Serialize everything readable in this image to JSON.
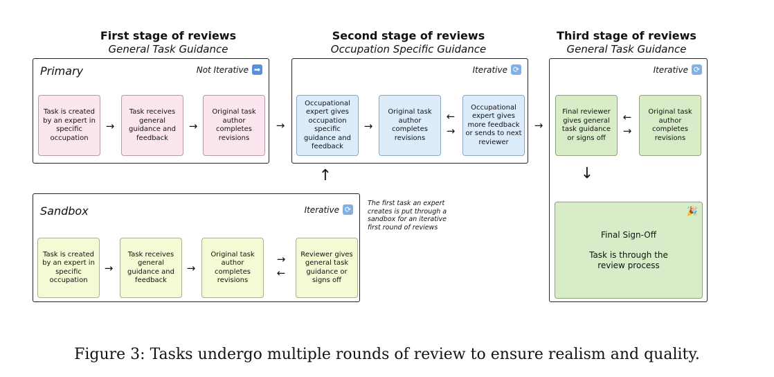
{
  "stages": [
    {
      "title": "First stage of reviews",
      "subtitle": "General Task Guidance"
    },
    {
      "title": "Second stage of reviews",
      "subtitle": "Occupation Specific Guidance"
    },
    {
      "title": "Third stage of reviews",
      "subtitle": "General Task Guidance"
    }
  ],
  "primary": {
    "name": "Primary",
    "status": "Not Iterative",
    "status_icon": "right-arrow-icon",
    "boxes": [
      "Task is created by an expert in specific occupation",
      "Task receives general guidance and feedback",
      "Original task author completes revisions"
    ]
  },
  "second": {
    "status": "Iterative",
    "status_icon": "cycle-icon",
    "boxes": [
      "Occupational expert gives occupation specific guidance and feedback",
      "Original task author completes revisions",
      "Occupational expert gives more feedback or sends to next reviewer"
    ]
  },
  "third": {
    "status": "Iterative",
    "status_icon": "cycle-icon",
    "boxes": [
      "Final reviewer gives general task guidance or signs off",
      "Original task author completes revisions"
    ],
    "final_title": "Final Sign-Off",
    "final_text": "Task is through the review process",
    "final_icon": "party-popper-icon"
  },
  "sandbox": {
    "name": "Sandbox",
    "status": "Iterative",
    "status_icon": "cycle-icon",
    "boxes": [
      "Task is created by an expert in specific occupation",
      "Task receives general guidance and feedback",
      "Original task author completes revisions",
      "Reviewer gives general task guidance or signs off"
    ],
    "note": "The first task an expert creates is put through a sandbox for an iterative first round of reviews"
  },
  "caption": "Figure 3: Tasks undergo multiple rounds of review to ensure realism and quality.",
  "colors": {
    "pink": "#fbe5ef",
    "blue": "#dcecfb",
    "green": "#d8ecc7",
    "yellow": "#f5f9d4"
  }
}
